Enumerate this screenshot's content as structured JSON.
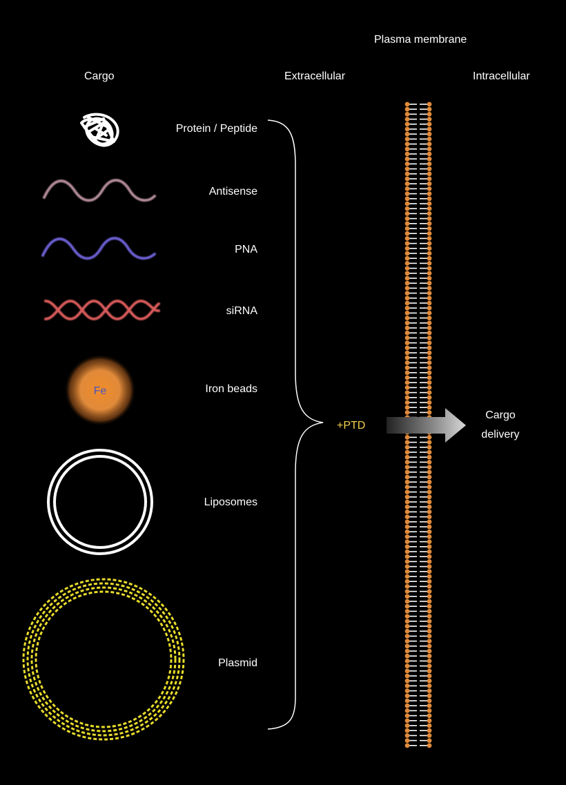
{
  "headers": {
    "plasma_membrane": "Plasma membrane",
    "cargo": "Cargo",
    "extracellular": "Extracellular",
    "intracellular": "Intracellular"
  },
  "cargo_items": [
    {
      "label": "Protein / Peptide",
      "icon": "protein-tangle-icon"
    },
    {
      "label": "Antisense",
      "icon": "antisense-wave-icon",
      "color": "#b08a96"
    },
    {
      "label": "PNA",
      "icon": "pna-wave-icon",
      "color": "#6a5fd0"
    },
    {
      "label": "siRNA",
      "icon": "sirna-double-helix-icon",
      "color": "#d85a5a"
    },
    {
      "label": "Iron beads",
      "icon": "iron-bead-icon",
      "color": "#e08a3a",
      "symbol": "Fe"
    },
    {
      "label": "Liposomes",
      "icon": "liposome-ring-icon"
    },
    {
      "label": "Plasmid",
      "icon": "plasmid-ring-icon",
      "color": "#e8dc2c"
    }
  ],
  "ptd_label": "+PTD",
  "delivery": {
    "line1": "Cargo",
    "line2": "delivery"
  },
  "colors": {
    "background": "#000000",
    "lipid_head": "#e08a3a",
    "ptd": "#f2d24b"
  }
}
